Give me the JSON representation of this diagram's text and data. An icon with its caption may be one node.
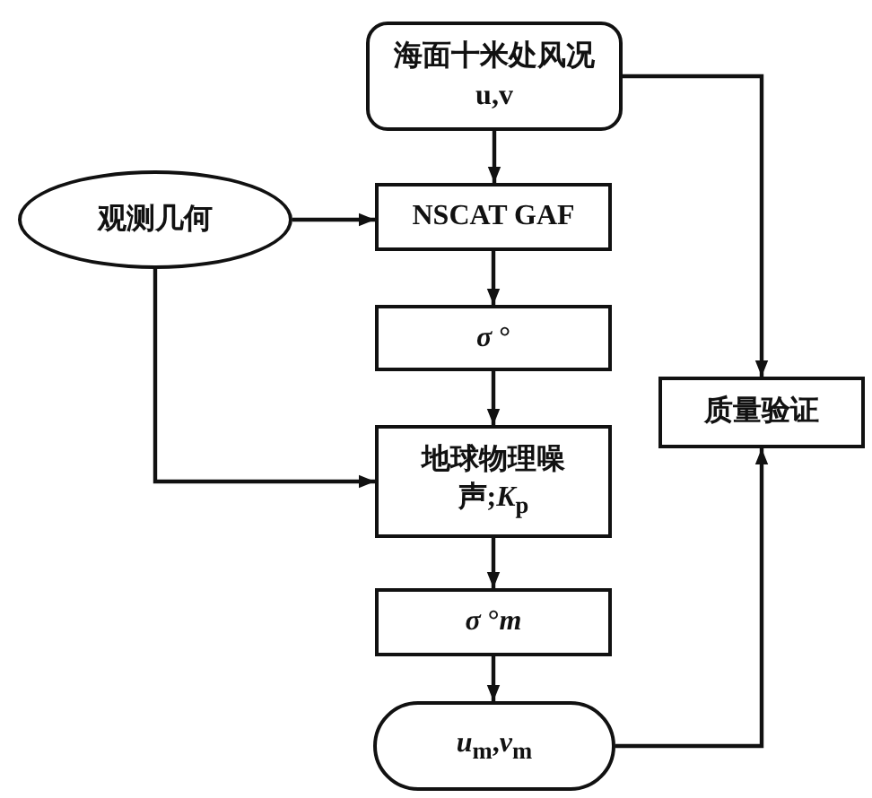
{
  "diagram": {
    "nodes": [
      {
        "text": [
          "海面十米处风况u,v"
        ]
      },
      {
        "text": [
          "观测几何"
        ]
      },
      {
        "text": [
          "NSCAT GAF"
        ]
      },
      {
        "text": [
          "*σ* °"
        ]
      },
      {
        "text": [
          "地球物理噪声;*K*$_{p}$"
        ]
      },
      {
        "text": [
          "*σ* °*m*"
        ]
      },
      {
        "text": [
          "*u*$_{m}$,*v*$_{m}$"
        ]
      },
      {
        "text": [
          "质量验证"
        ]
      }
    ],
    "edges": [
      {
        "from": 0,
        "to": 2,
        "arrow": "to"
      },
      {
        "from": 1,
        "to": 2,
        "arrow": "to"
      },
      {
        "from": 2,
        "to": 3,
        "arrow": "to"
      },
      {
        "from": 3,
        "to": 4,
        "arrow": "to"
      },
      {
        "from": 1,
        "to": 4,
        "arrow": "to"
      },
      {
        "from": 4,
        "to": 5,
        "arrow": "to"
      },
      {
        "from": 5,
        "to": 6,
        "arrow": "to"
      },
      {
        "from": 0,
        "to": 7,
        "arrow": "to"
      },
      {
        "from": 6,
        "to": 7,
        "arrow": "to"
      }
    ]
  }
}
